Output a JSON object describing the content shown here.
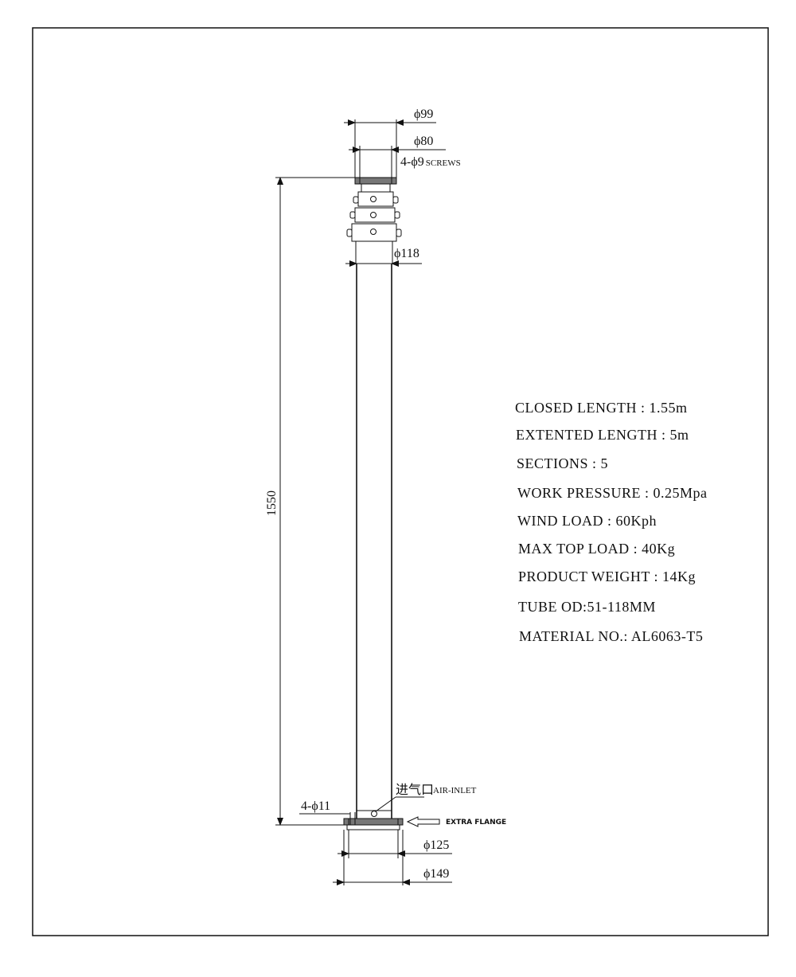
{
  "dimensions": {
    "top_outer": "ϕ99",
    "top_inner": "ϕ80",
    "screws": "4-ϕ9",
    "screws_suffix": "SCREWS",
    "tube": "ϕ118",
    "length": "1550",
    "holes": "4-ϕ11",
    "base_inner": "ϕ125",
    "base_outer": "ϕ149"
  },
  "annotations": {
    "inlet_cn": "进气口",
    "inlet_en": "AIR-INLET",
    "extra_flange": "EXTRA FLANGE"
  },
  "specs": [
    "CLOSED LENGTH : 1.55m",
    "EXTENTED LENGTH : 5m",
    "SECTIONS : 5",
    "WORK PRESSURE : 0.25Mpa",
    "WIND LOAD : 60Kph",
    "MAX TOP LOAD : 40Kg",
    "PRODUCT WEIGHT : 14Kg",
    "TUBE OD:51-118MM",
    "MATERIAL NO.: AL6063-T5"
  ]
}
